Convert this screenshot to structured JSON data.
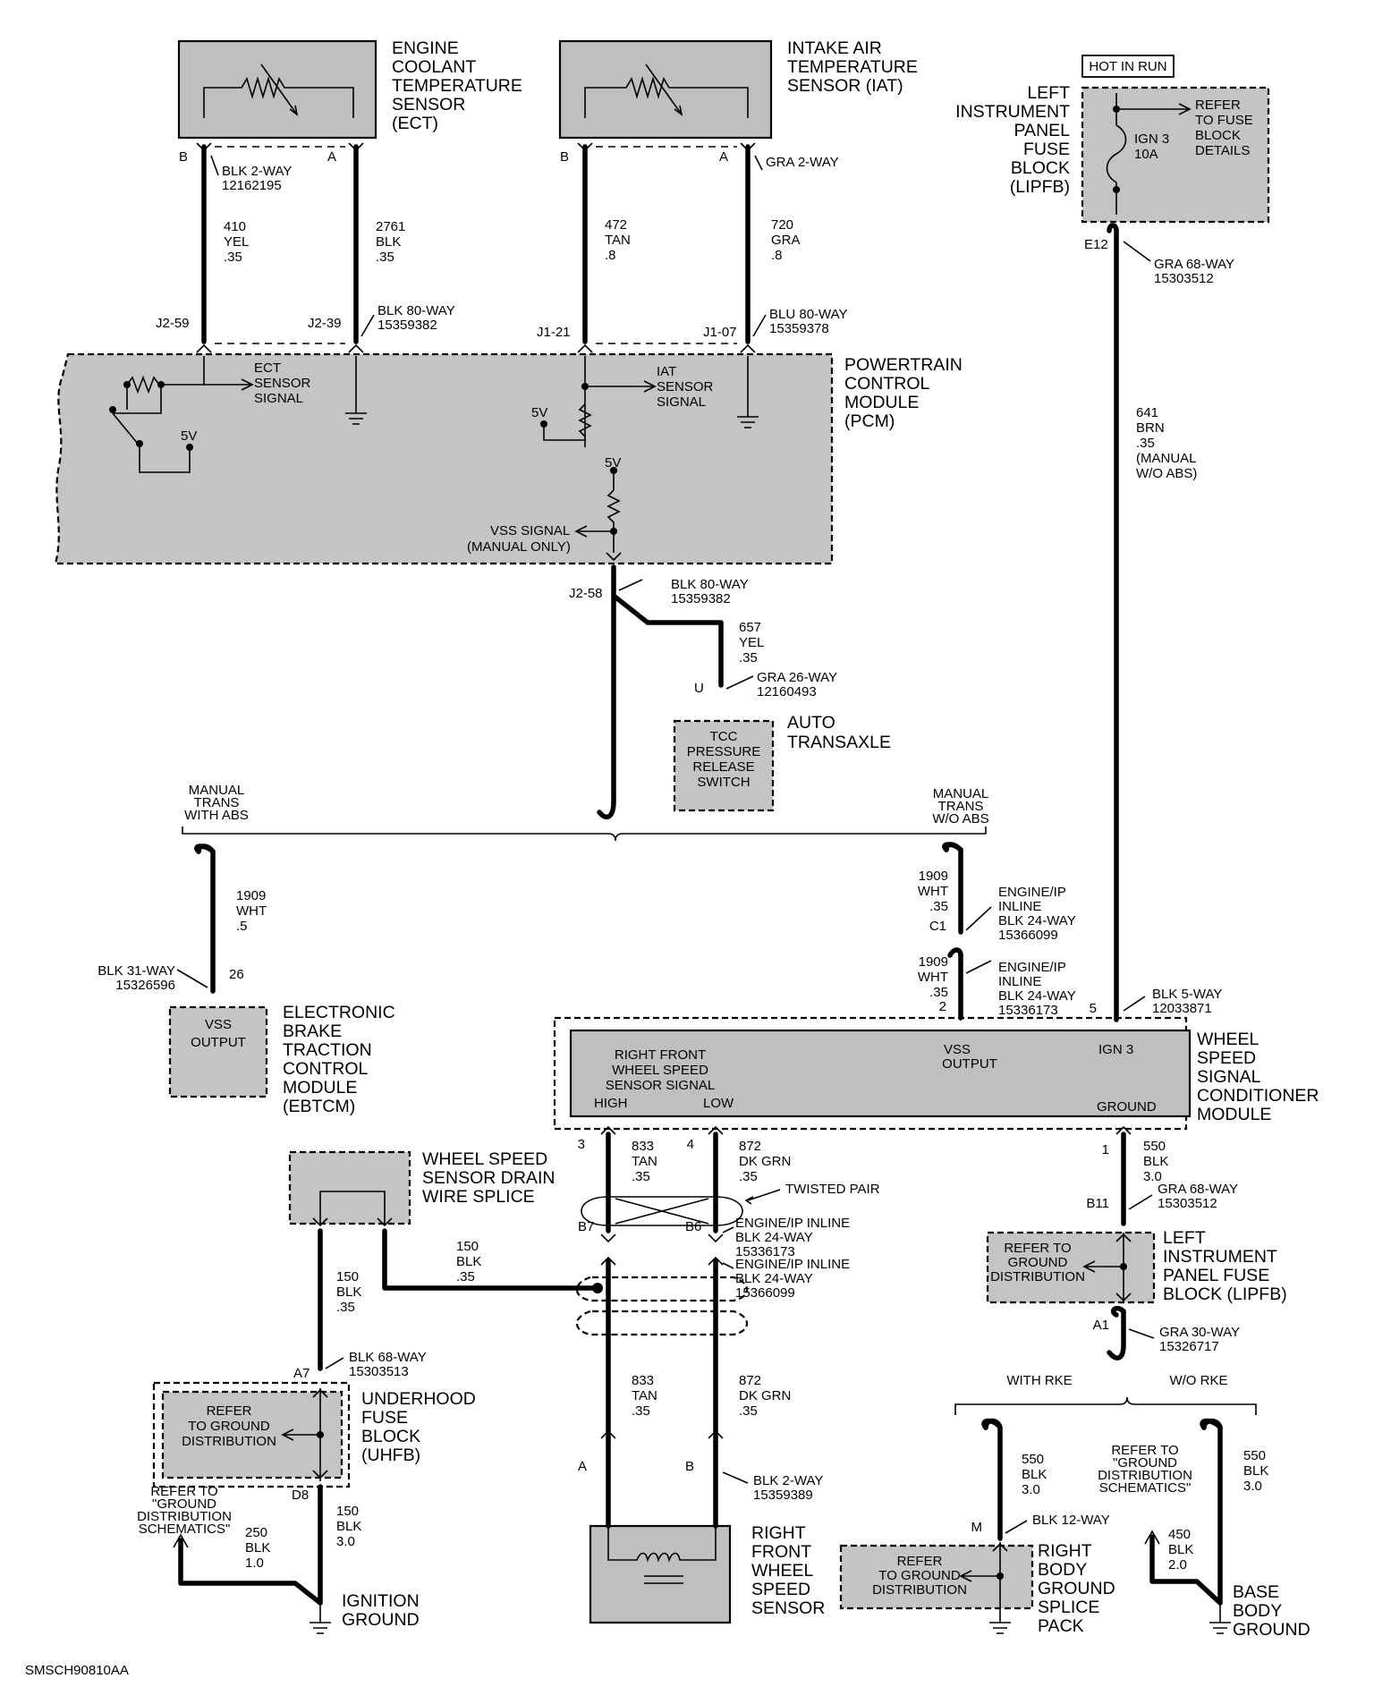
{
  "diagram_id": "SMSCH90810AA",
  "components": {
    "ect": {
      "title_lines": [
        "ENGINE",
        "COOLANT",
        "TEMPERATURE",
        "SENSOR",
        "(ECT)"
      ]
    },
    "iat": {
      "title_lines": [
        "INTAKE AIR",
        "TEMPERATURE",
        "SENSOR (IAT)"
      ]
    },
    "lipfb_top": {
      "title_lines": [
        "LEFT",
        "INSTRUMENT",
        "PANEL",
        "FUSE",
        "BLOCK",
        "(LIPFB)"
      ],
      "badge": "HOT IN RUN",
      "fuse_lines": [
        "IGN 3",
        "10A"
      ],
      "refer_lines": [
        "REFER",
        "TO FUSE",
        "BLOCK",
        "DETAILS"
      ]
    },
    "pcm": {
      "title_lines": [
        "POWERTRAIN",
        "CONTROL",
        "MODULE",
        "(PCM)"
      ],
      "ect_signal_lines": [
        "ECT",
        "SENSOR",
        "SIGNAL"
      ],
      "iat_signal_lines": [
        "IAT",
        "SENSOR",
        "SIGNAL"
      ],
      "five_v": "5V",
      "vss_signal_lines": [
        "VSS SIGNAL",
        "(MANUAL ONLY)"
      ]
    },
    "transaxle": {
      "title_lines": [
        "AUTO",
        "TRANSAXLE"
      ],
      "box_lines": [
        "TCC",
        "PRESSURE",
        "RELEASE",
        "SWITCH"
      ]
    },
    "ebtcm": {
      "title_lines": [
        "ELECTRONIC",
        "BRAKE",
        "TRACTION",
        "CONTROL",
        "MODULE",
        "(EBTCM)"
      ],
      "box_lines": [
        "VSS",
        "OUTPUT"
      ]
    },
    "wsscm": {
      "title_lines": [
        "WHEEL",
        "SPEED",
        "SIGNAL",
        "CONDITIONER",
        "MODULE"
      ],
      "rf_lines": [
        "RIGHT FRONT",
        "WHEEL SPEED",
        "SENSOR SIGNAL"
      ],
      "high": "HIGH",
      "low": "LOW",
      "vss_lines": [
        "VSS",
        "OUTPUT"
      ],
      "ign": "IGN 3",
      "ground": "GROUND"
    },
    "drain_splice": {
      "title_lines": [
        "WHEEL SPEED",
        "SENSOR DRAIN",
        "WIRE SPLICE"
      ]
    },
    "lipfb_bottom": {
      "title_lines": [
        "LEFT",
        "INSTRUMENT",
        "PANEL FUSE",
        "BLOCK (LIPFB)"
      ],
      "box_lines": [
        "REFER TO",
        "GROUND",
        "DISTRIBUTION"
      ]
    },
    "uhfb": {
      "title_lines": [
        "UNDERHOOD",
        "FUSE",
        "BLOCK",
        "(UHFB)"
      ],
      "box_lines": [
        "REFER",
        "TO GROUND",
        "DISTRIBUTION"
      ]
    },
    "rf_sensor": {
      "title_lines": [
        "RIGHT",
        "FRONT",
        "WHEEL",
        "SPEED",
        "SENSOR"
      ]
    },
    "rbgsp": {
      "title_lines": [
        "RIGHT",
        "BODY",
        "GROUND",
        "SPLICE",
        "PACK"
      ],
      "box_lines": [
        "REFER",
        "TO GROUND",
        "DISTRIBUTION"
      ]
    },
    "ignition_ground": {
      "title_lines": [
        "IGNITION",
        "GROUND"
      ]
    },
    "base_body_ground": {
      "title_lines": [
        "BASE",
        "BODY",
        "GROUND"
      ]
    }
  },
  "branches": {
    "manual_abs": [
      "MANUAL",
      "TRANS",
      "WITH ABS"
    ],
    "manual_no_abs": [
      "MANUAL",
      "TRANS",
      "W/O ABS"
    ],
    "with_rke": "WITH RKE",
    "wo_rke": "W/O RKE"
  },
  "notes": {
    "refer_ign": [
      "REFER TO",
      "\"GROUND",
      "DISTRIBUTION",
      "SCHEMATICS\""
    ],
    "refer_base": [
      "REFER TO",
      "\"GROUND",
      "DISTRIBUTION",
      "SCHEMATICS\""
    ],
    "twisted_pair": "TWISTED PAIR"
  },
  "pins": {
    "ect_b": "B",
    "ect_a": "A",
    "iat_b": "B",
    "iat_a": "A",
    "j2_59": "J2-59",
    "j2_39": "J2-39",
    "j1_21": "J1-21",
    "j1_07": "J1-07",
    "j2_58": "J2-58",
    "u": "U",
    "e12": "E12",
    "p26": "26",
    "c1": "C1",
    "p2": "2",
    "p5": "5",
    "p3": "3",
    "p4": "4",
    "p1": "1",
    "b7": "B7",
    "b6": "B6",
    "b11": "B11",
    "a1": "A1",
    "a7": "A7",
    "d8": "D8",
    "sa": "A",
    "sb": "B",
    "m": "M"
  },
  "connectors": {
    "ect": [
      "BLK 2-WAY",
      "12162195"
    ],
    "iat": [
      "GRA 2-WAY"
    ],
    "pcm_blk": [
      "BLK 80-WAY",
      "15359382"
    ],
    "pcm_blu": [
      "BLU 80-WAY",
      "15359378"
    ],
    "pcm_j258": [
      "BLK 80-WAY",
      "15359382"
    ],
    "trans": [
      "GRA 26-WAY",
      "12160493"
    ],
    "lipfb_e12": [
      "GRA 68-WAY",
      "15303512"
    ],
    "ebtcm": [
      "BLK 31-WAY",
      "15326596"
    ],
    "inline_c1": [
      "ENGINE/IP",
      "INLINE",
      "BLK 24-WAY",
      "15366099"
    ],
    "inline_2": [
      "ENGINE/IP",
      "INLINE",
      "BLK 24-WAY",
      "15336173"
    ],
    "wsscm_5": [
      "BLK 5-WAY",
      "12033871"
    ],
    "lipfb_b11": [
      "GRA 68-WAY",
      "15303512"
    ],
    "inline_b": [
      "ENGINE/IP INLINE",
      "BLK  24-WAY",
      "15336173"
    ],
    "inline_b2": [
      "ENGINE/IP INLINE",
      "BLK 24-WAY",
      "15366099"
    ],
    "lipfb_a1": [
      "GRA 30-WAY",
      "15326717"
    ],
    "uhfb": [
      "BLK 68-WAY",
      "15303513"
    ],
    "sensor": [
      "BLK 2-WAY",
      "15359389"
    ],
    "rbgsp": [
      "BLK 12-WAY"
    ]
  },
  "wires": {
    "w410": [
      "410",
      "YEL",
      ".35"
    ],
    "w2761": [
      "2761",
      "BLK",
      ".35"
    ],
    "w472": [
      "472",
      "TAN",
      ".8"
    ],
    "w720": [
      "720",
      "GRA",
      ".8"
    ],
    "w641": [
      "641",
      "BRN",
      ".35",
      "(MANUAL",
      "W/O ABS)"
    ],
    "w657": [
      "657",
      "YEL",
      ".35"
    ],
    "w1909a": [
      "1909",
      "WHT",
      ".5"
    ],
    "w1909b": [
      "1909",
      "WHT",
      ".35"
    ],
    "w1909c": [
      "1909",
      "WHT",
      ".35"
    ],
    "w833a": [
      "833",
      "TAN",
      ".35"
    ],
    "w872a": [
      "872",
      "DK GRN",
      ".35"
    ],
    "w550a": [
      "550",
      "BLK",
      "3.0"
    ],
    "w150a": [
      "150",
      "BLK",
      ".35"
    ],
    "w150b": [
      "150",
      "BLK",
      ".35"
    ],
    "w833b": [
      "833",
      "TAN",
      ".35"
    ],
    "w872b": [
      "872",
      "DK GRN",
      ".35"
    ],
    "w150c": [
      "150",
      "BLK",
      "3.0"
    ],
    "w250": [
      "250",
      "BLK",
      "1.0"
    ],
    "w550b": [
      "550",
      "BLK",
      "3.0"
    ],
    "w550c": [
      "550",
      "BLK",
      "3.0"
    ],
    "w450": [
      "450",
      "BLK",
      "2.0"
    ]
  }
}
